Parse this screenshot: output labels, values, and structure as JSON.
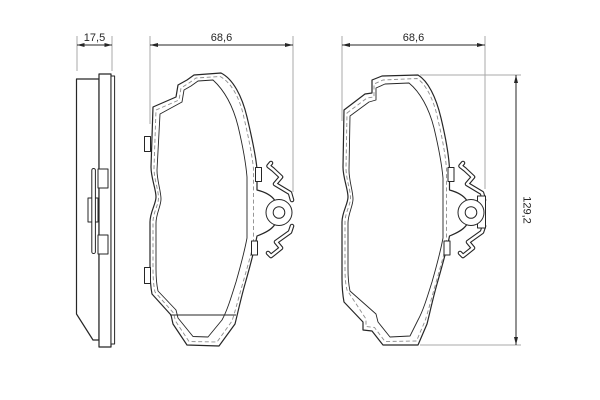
{
  "drawing": {
    "background": "#ffffff",
    "line_color": "#262626",
    "extension_line_color": "#a8a8a8",
    "dashed_line_color": "#8c8c8c",
    "dimensions": {
      "side_thickness": "17,5",
      "pad_width_left": "68,6",
      "pad_width_right": "68,6",
      "pad_height": "129,2"
    }
  }
}
